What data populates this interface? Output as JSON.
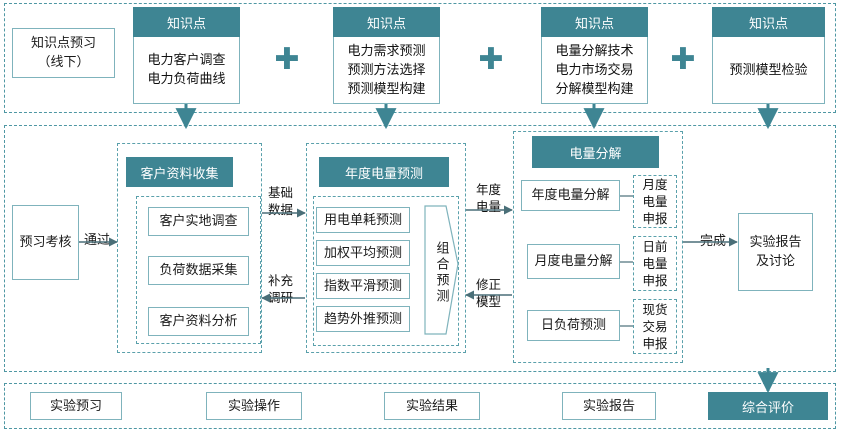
{
  "preview": {
    "line1": "知识点预习",
    "line2": "（线下）"
  },
  "knowledge_header": "知识点",
  "knowledge": [
    {
      "lines": [
        "电力客户调查",
        "电力负荷曲线"
      ]
    },
    {
      "lines": [
        "电力需求预测",
        "预测方法选择",
        "预测模型构建"
      ]
    },
    {
      "lines": [
        "电量分解技术",
        "电力市场交易",
        "分解模型构建"
      ]
    },
    {
      "lines": [
        "预测模型检验"
      ]
    }
  ],
  "plus_symbol": "✚",
  "exam": "预习考核",
  "pass_label": "通过",
  "collect": {
    "header": "客户资料收集",
    "items": [
      "客户实地调查",
      "负荷数据采集",
      "客户资料分析"
    ]
  },
  "labels": {
    "basic_data": [
      "基础",
      "数据"
    ],
    "supplement": [
      "补充",
      "调研"
    ],
    "annual_energy": [
      "年度",
      "电量"
    ],
    "revise_model": [
      "修正",
      "模型"
    ],
    "complete": "完成"
  },
  "forecast": {
    "header": "年度电量预测",
    "items": [
      "用电单耗预测",
      "加权平均预测",
      "指数平滑预测",
      "趋势外推预测"
    ],
    "combined": "组合预测"
  },
  "decompose": {
    "header": "电量分解",
    "items": [
      "年度电量分解",
      "月度电量分解",
      "日负荷预测"
    ],
    "side": [
      [
        "月度",
        "电量",
        "申报"
      ],
      [
        "日前",
        "电量",
        "申报"
      ],
      [
        "现货",
        "交易",
        "申报"
      ]
    ]
  },
  "report": [
    "实验报告",
    "及讨论"
  ],
  "bottom": [
    "实验预习",
    "实验操作",
    "实验结果",
    "实验报告",
    "综合评价"
  ],
  "colors": {
    "accent": "#3e8593",
    "dash": "#4f97a3"
  }
}
